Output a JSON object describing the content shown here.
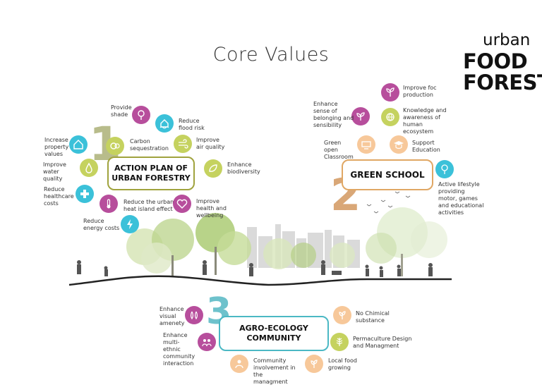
{
  "page": {
    "title": "Core Values",
    "brand": {
      "line1": "urban",
      "line2": "FOOD",
      "line3": "FOREST"
    }
  },
  "colors": {
    "magenta": "#b74e9c",
    "cyan": "#3bc1d9",
    "lime": "#c5d25f",
    "peach": "#f7c89a",
    "olive_box": "#a0a33e",
    "orange_box": "#e0a764",
    "teal_box": "#4bb8c4"
  },
  "sections": {
    "action_plan": {
      "number": "1",
      "title_line1": "ACTION PLAN OF",
      "title_line2": "URBAN FORESTRY",
      "items": {
        "shade": "Provide shade",
        "flood": "Reduce flood risk",
        "carbon": "Carbon sequestration",
        "air": "Improve air quality",
        "property": "Increase property values",
        "water": "Improve water quality",
        "biodiversity": "Enhance biodiversity",
        "healthcare": "Reduce healthcare costs",
        "heat": "Reduce the urban heat island effect",
        "health": "Improve health and wellbeing",
        "energy": "Reduce energy costs"
      }
    },
    "green_school": {
      "number": "2",
      "title": "GREEN SCHOOL",
      "items": {
        "food": "Improve foc production",
        "belonging": "Enhance sense of belonging and sensibility",
        "knowledge": "Knowledge and awareness of human ecosystem",
        "classroom": "Green open Classroom",
        "education": "Support Education",
        "lifestyle": "Active lifestyle providing motor, games and educational activities"
      }
    },
    "agro_ecology": {
      "number": "3",
      "title_line1": "AGRO-ECOLOGY",
      "title_line2": "COMMUNITY",
      "items": {
        "visual": "Enhance visual amenety",
        "chemical": "No Chimical substance",
        "multiethnic": "Enhance multi-ethnic community interaction",
        "permaculture": "Permaculture Design and Managment",
        "involvement": "Community involvement in the managment",
        "local": "Local food growing"
      }
    }
  }
}
